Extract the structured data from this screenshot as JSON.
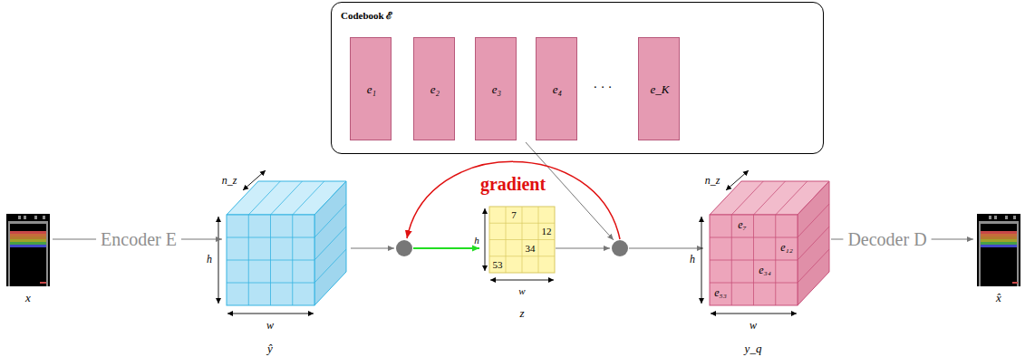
{
  "diagram": {
    "nodes": [
      {
        "text": [
          "Codebook ℰ"
        ]
      },
      {
        "text": [
          "e₁"
        ],
        "in": 0
      },
      {
        "text": [
          "e₂"
        ],
        "in": 0
      },
      {
        "text": [
          "e₃"
        ],
        "in": 0
      },
      {
        "text": [
          "e₄"
        ],
        "in": 0
      },
      {
        "text": [
          "e_K"
        ],
        "in": 0
      },
      {
        "text": [
          "ŷ"
        ]
      },
      {
        "text": [
          "7",
          "12",
          "34",
          "53",
          "z"
        ]
      },
      {
        "text": [
          "e₇",
          "e₁₂",
          "e₃₄",
          "e₅₃",
          "y_q"
        ]
      }
    ],
    "labels": [
      "Encoder E",
      "Decoder D",
      "x",
      "x̂",
      "gradient",
      "n_z",
      "h",
      "w",
      "h",
      "w",
      "n_z",
      "h",
      "w",
      "· · ·"
    ]
  }
}
